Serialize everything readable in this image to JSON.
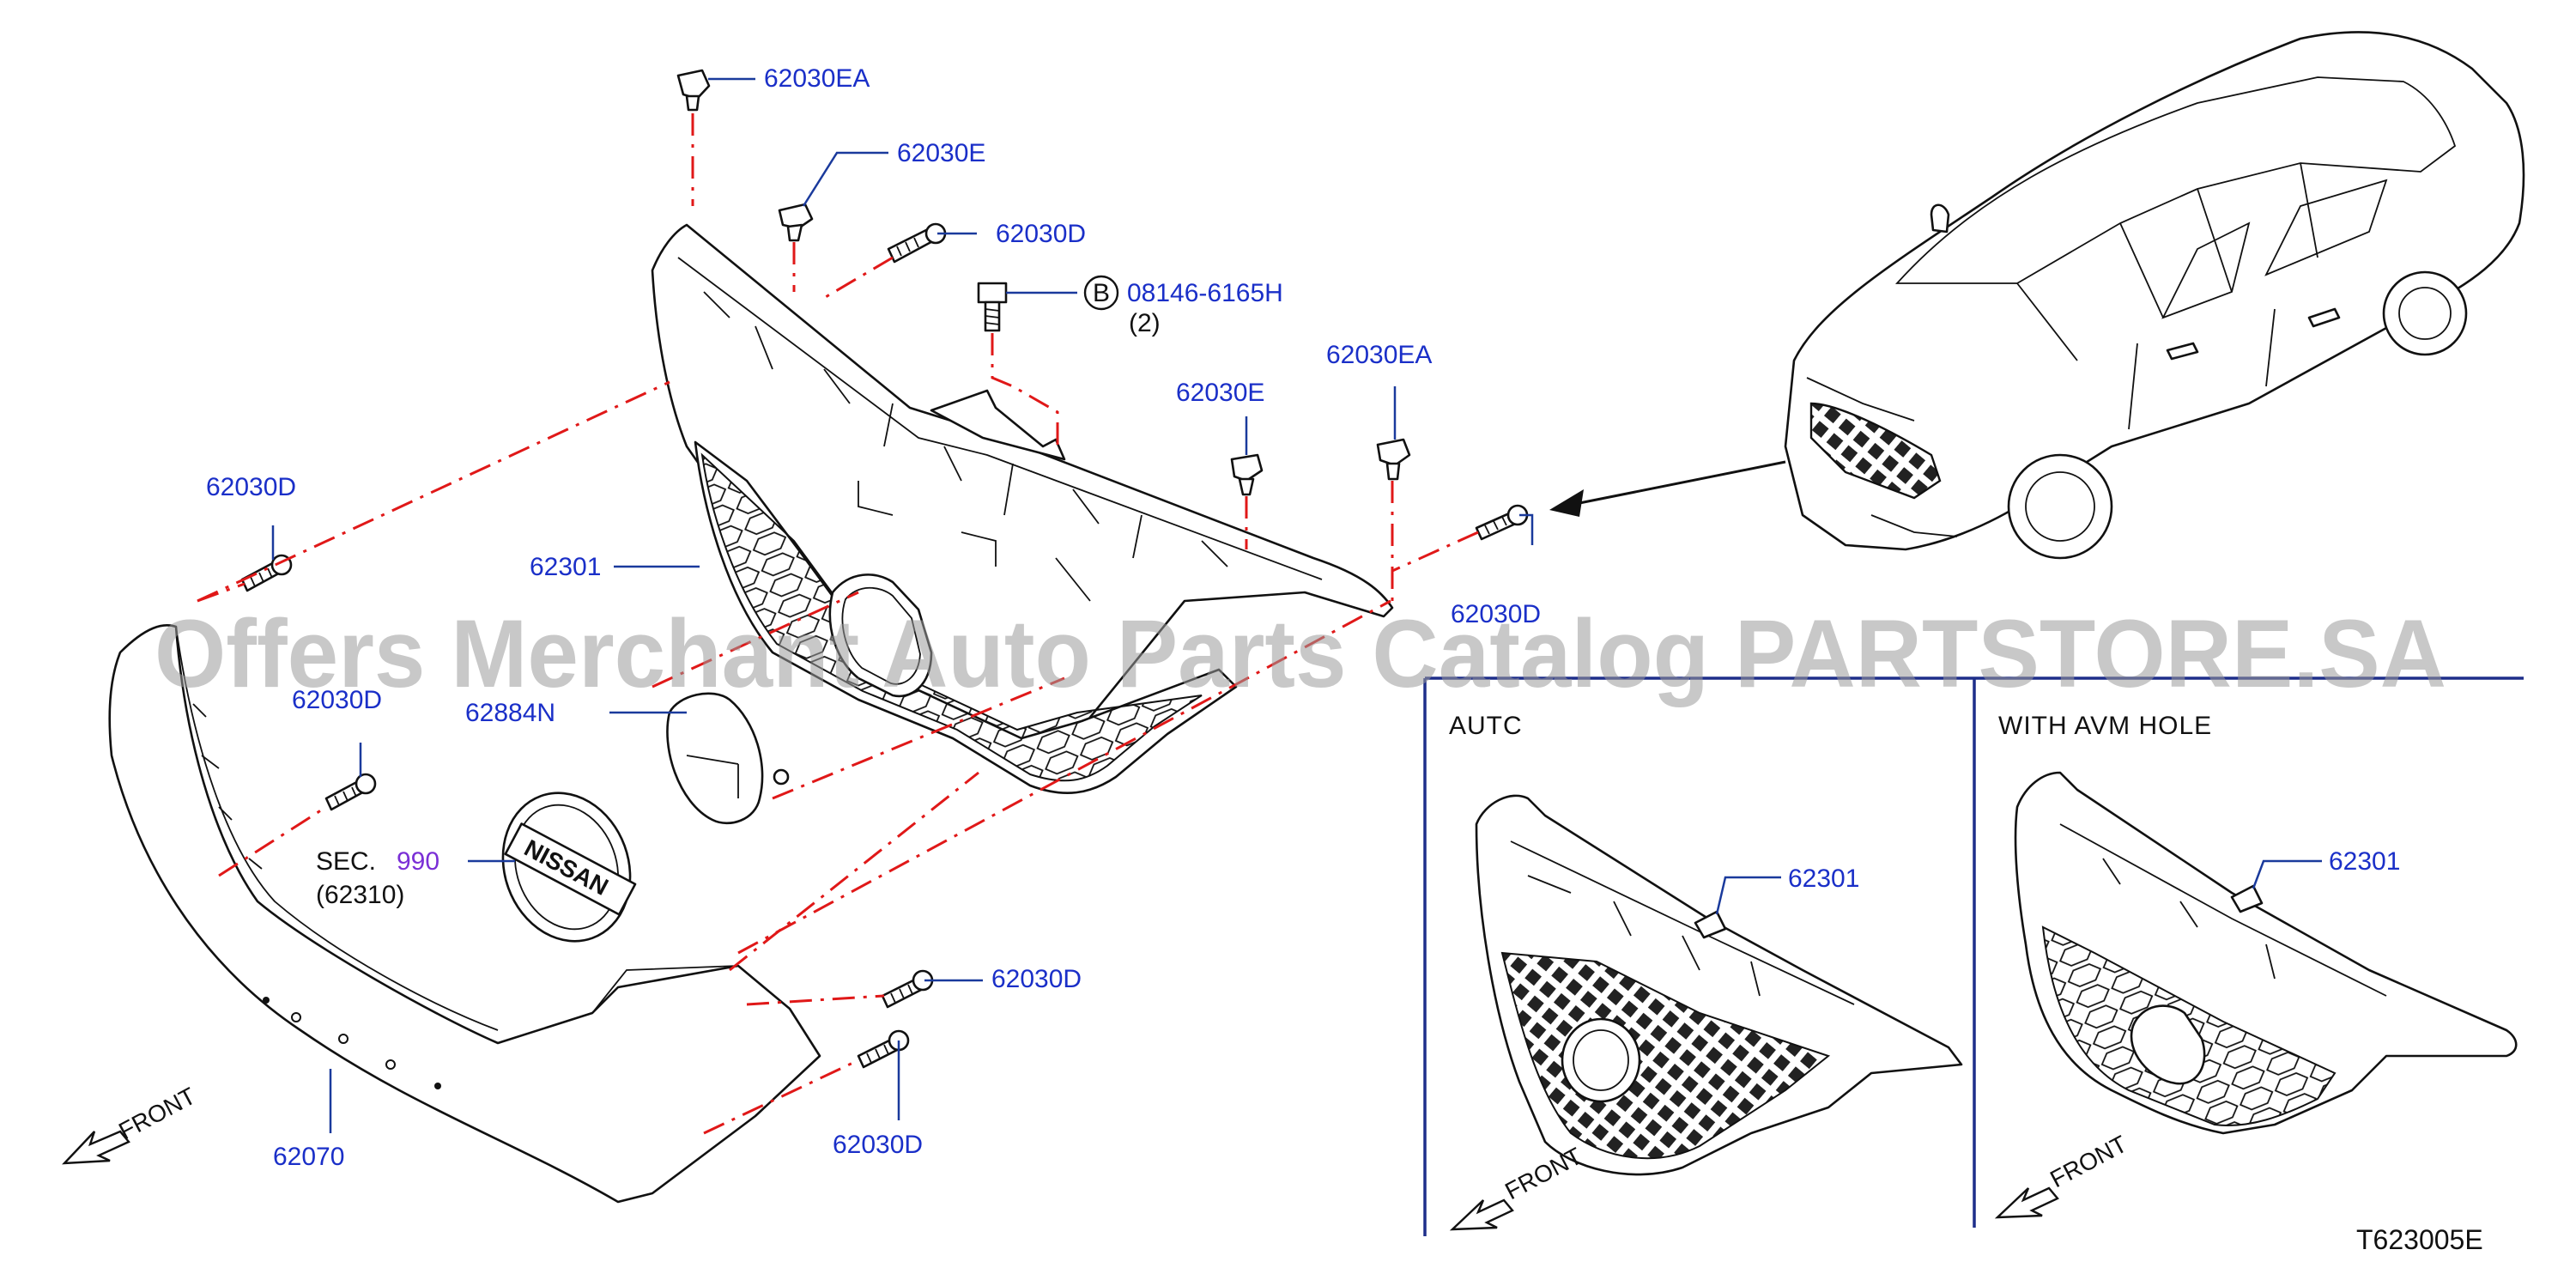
{
  "watermark": "Offers Merchant Auto Parts Catalog PARTSTORE.SA",
  "diagram_ref": "T623005E",
  "callouts": {
    "c_62030EA_top": "62030EA",
    "c_62030E_top": "62030E",
    "c_62030D_top": "62030D",
    "c_bolt_badge": "B",
    "c_bolt_part": "08146-6165H",
    "c_bolt_qty": "(2)",
    "c_62030E_right": "62030E",
    "c_62030EA_right": "62030EA",
    "c_62030D_right": "62030D",
    "c_62030D_left": "62030D",
    "c_62301_main": "62301",
    "c_62030D_left2": "62030D",
    "c_62884N": "62884N",
    "c_sec_label": "SEC.",
    "c_sec_num": "990",
    "c_sec_ref": "(62310)",
    "c_62030D_bot1": "62030D",
    "c_62030D_bot2": "62030D",
    "c_62070": "62070"
  },
  "panels": {
    "autc_title": "AUTC",
    "autc_callout": "62301",
    "avm_title": "WITH   AVM   HOLE",
    "avm_callout": "62301"
  },
  "front_labels": {
    "main": "FRONT",
    "autc": "FRONT",
    "avm": "FRONT"
  },
  "emblem_text": "NISSAN"
}
